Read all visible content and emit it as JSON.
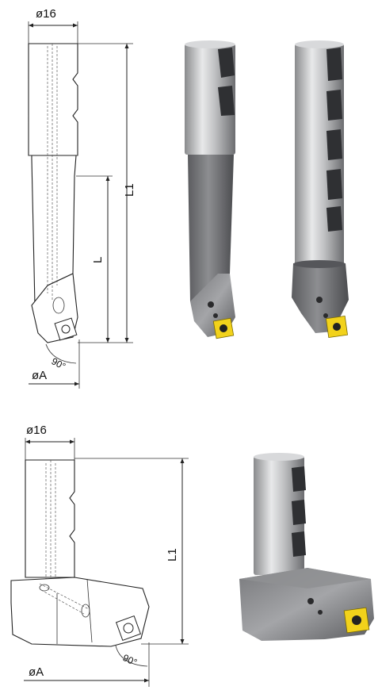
{
  "diagram": {
    "top": {
      "shank_dim": "ø16",
      "overall_length_dim": "L1",
      "length_dim": "L",
      "cut_diameter_dim": "øA",
      "angle_dim": "90°"
    },
    "bottom": {
      "shank_dim": "ø16",
      "overall_length_dim": "L1",
      "cut_diameter_dim": "øA",
      "angle_dim": "90°"
    },
    "colors": {
      "steel_dark": "#6e6f72",
      "steel_light": "#c9cacc",
      "insert_yellow": "#f2d21b"
    }
  }
}
